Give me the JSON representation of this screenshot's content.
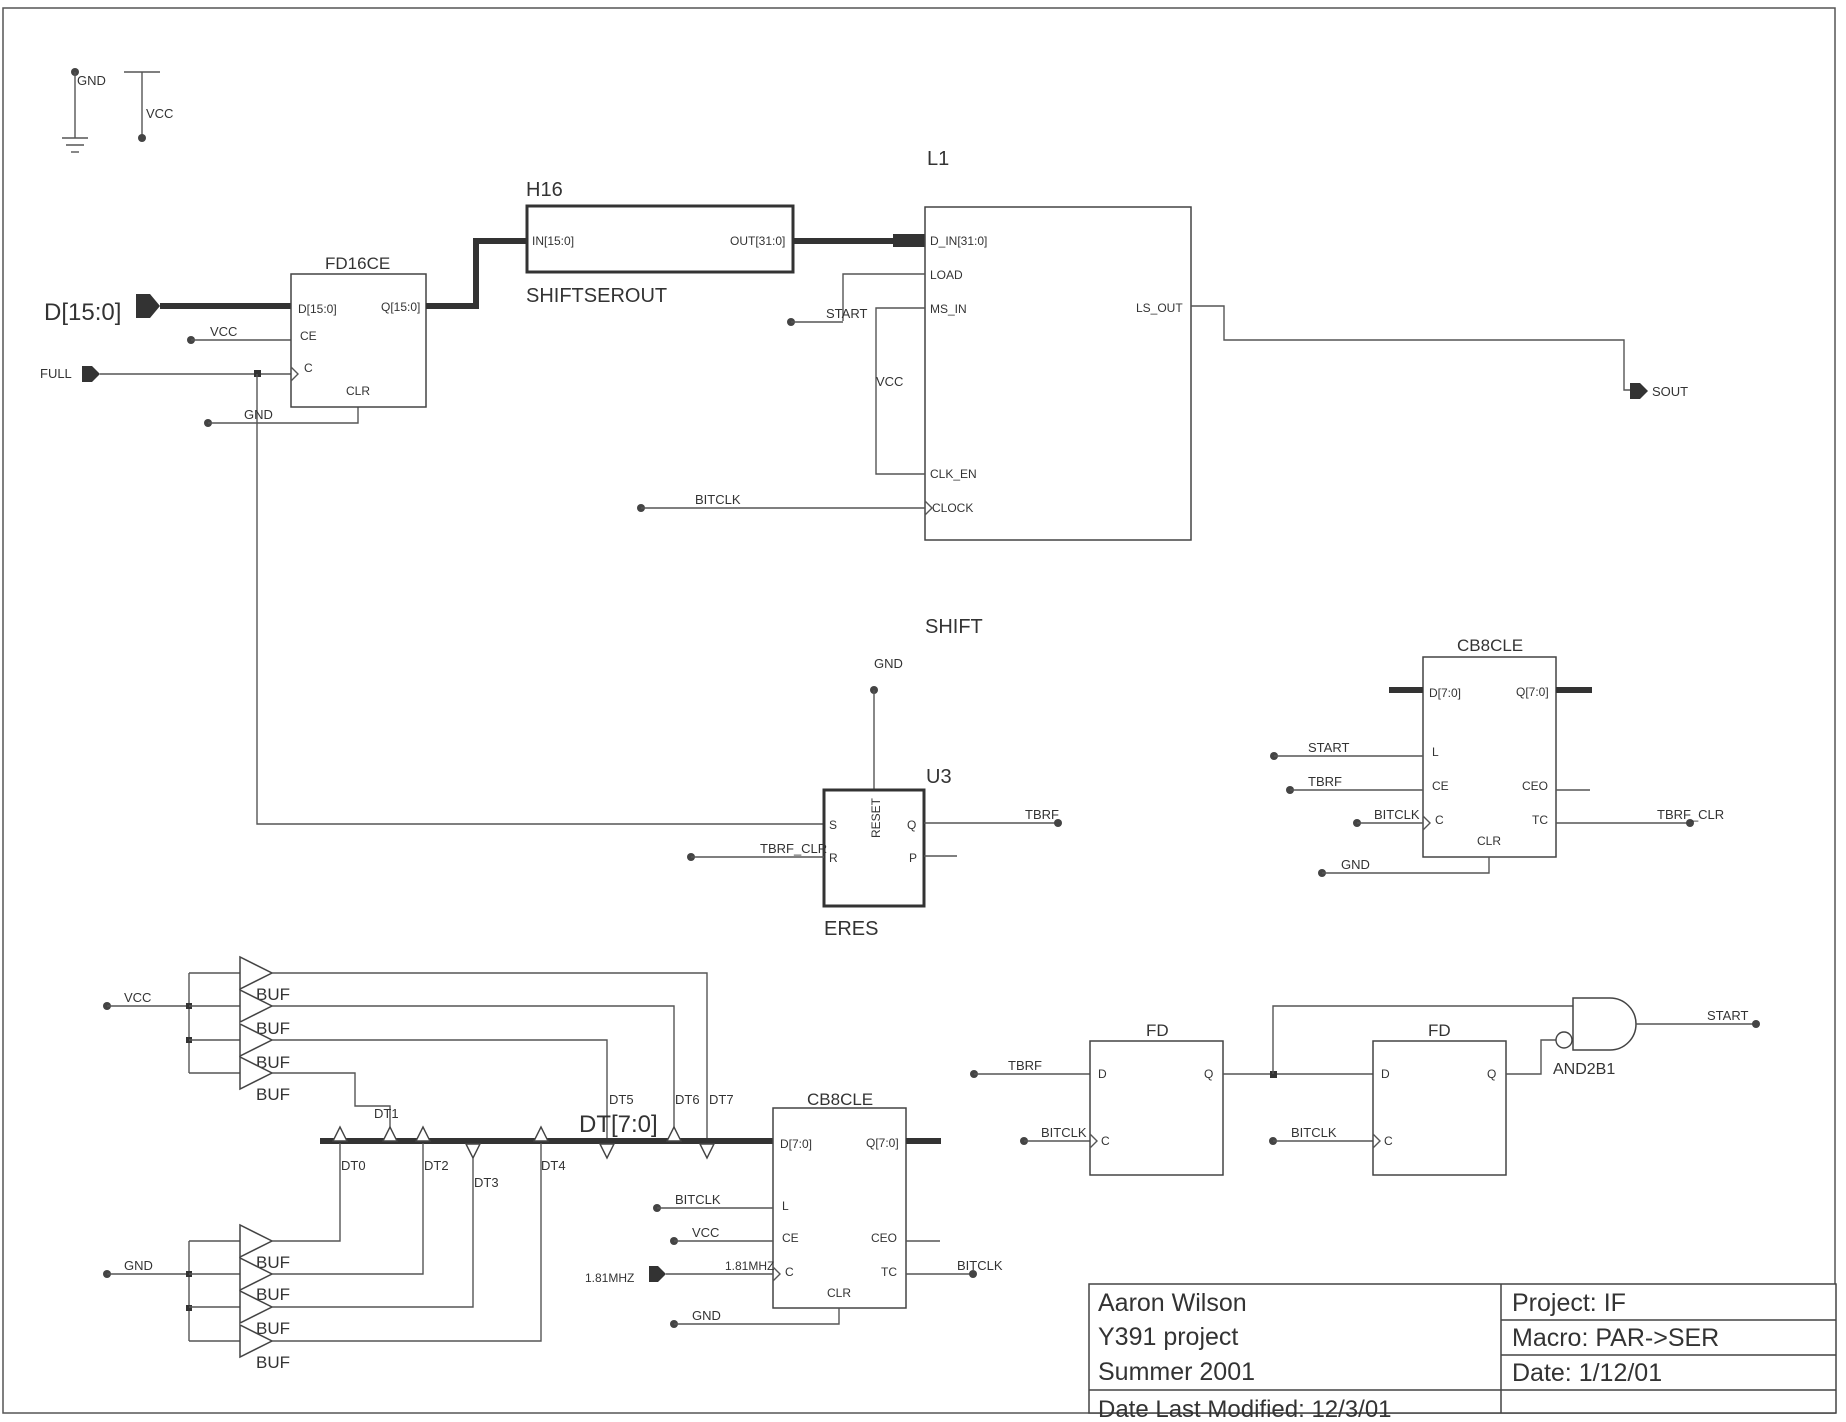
{
  "top_power": {
    "gnd_label": "GND",
    "vcc_label": "VCC"
  },
  "fd16ce": {
    "name": "FD16CE",
    "pins": [
      "D[15:0]",
      "CE",
      "C",
      "CLR",
      "Q[15:0]"
    ]
  },
  "ports": {
    "d_in": "D[15:0]",
    "full": "FULL",
    "sout": "SOUT",
    "clk181": "1.81MHZ"
  },
  "h16": {
    "ref": "H16",
    "name": "SHIFTSEROUT",
    "pin_in": "IN[15:0]",
    "pin_out": "OUT[31:0]"
  },
  "l1": {
    "ref": "L1",
    "name": "SHIFT",
    "pins": [
      "D_IN[31:0]",
      "LOAD",
      "MS_IN",
      "CLK_EN",
      "CLOCK",
      "LS_OUT"
    ]
  },
  "u3": {
    "ref": "U3",
    "name": "ERES",
    "pins": [
      "S",
      "R",
      "Q",
      "P",
      "RESET"
    ]
  },
  "cb8cle_a": {
    "name": "CB8CLE",
    "pins": [
      "D[7:0]",
      "L",
      "CE",
      "C",
      "CLR",
      "Q[7:0]",
      "CEO",
      "TC"
    ]
  },
  "cb8cle_b": {
    "name": "CB8CLE",
    "pins": [
      "D[7:0]",
      "L",
      "CE",
      "C",
      "CLR",
      "Q[7:0]",
      "CEO",
      "TC"
    ]
  },
  "fd": {
    "name": "FD",
    "pins": [
      "D",
      "C",
      "Q"
    ]
  },
  "and_gate": {
    "name": "AND2B1"
  },
  "buffer_name": "BUF",
  "nets": {
    "vcc": "VCC",
    "gnd": "GND",
    "start": "START",
    "bitclk": "BITCLK",
    "tbrf": "TBRF",
    "tbrf_clr": "TBRF_CLR",
    "dt_bus": "DT[7:0]",
    "dt": [
      "DT0",
      "DT1",
      "DT2",
      "DT3",
      "DT4",
      "DT5",
      "DT6",
      "DT7"
    ],
    "clk181": "1.81MHZ"
  },
  "title_block": {
    "author": "Aaron Wilson",
    "course": "Y391 project",
    "term": "Summer 2001",
    "modified": "Date Last Modified: 12/3/01",
    "project": "Project: IF",
    "macro": "Macro: PAR->SER",
    "date": "Date: 1/12/01"
  }
}
